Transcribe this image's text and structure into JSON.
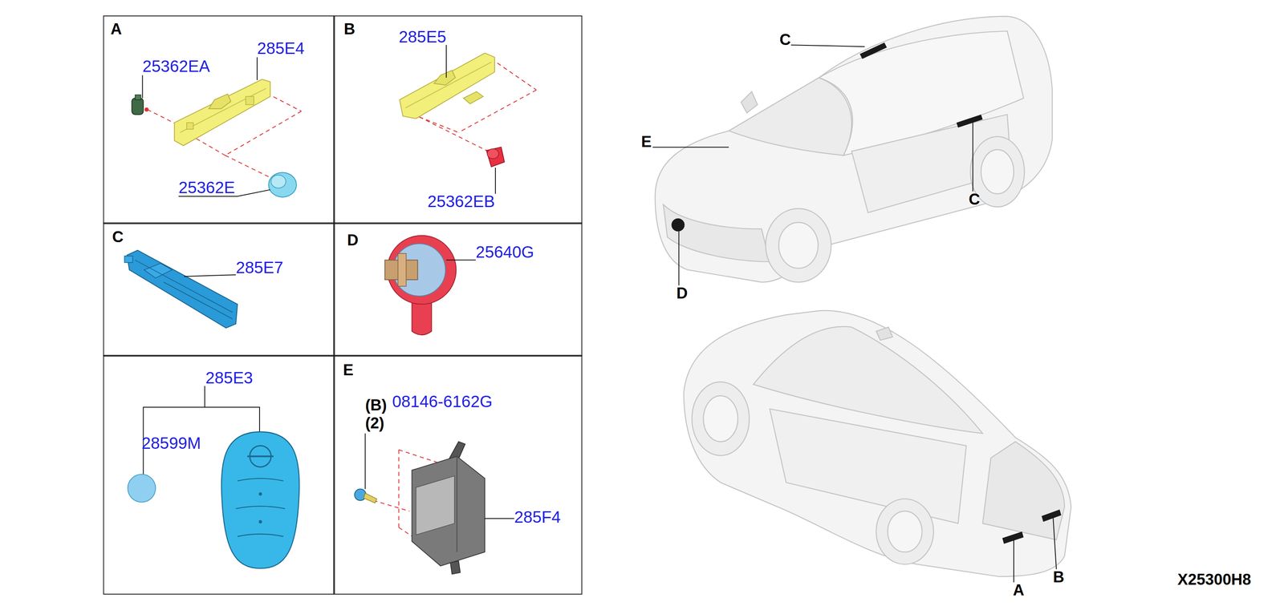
{
  "diagram": {
    "nodes": [
      {
        "text": [
          "A",
          "25362EA",
          "285E4",
          "25362E"
        ]
      },
      {
        "text": [
          "B",
          "285E5",
          "25362EB"
        ]
      },
      {
        "text": [
          "C",
          "285E7"
        ]
      },
      {
        "text": [
          "D",
          "25640G"
        ]
      },
      {
        "text": [
          "285E3",
          "28599M"
        ]
      },
      {
        "text": [
          "E",
          "(B)",
          "08146-6162G",
          "(2)",
          "285F4"
        ]
      }
    ],
    "labels": [
      "C",
      "E",
      "C",
      "D",
      "B",
      "A",
      "X25300H8"
    ]
  }
}
